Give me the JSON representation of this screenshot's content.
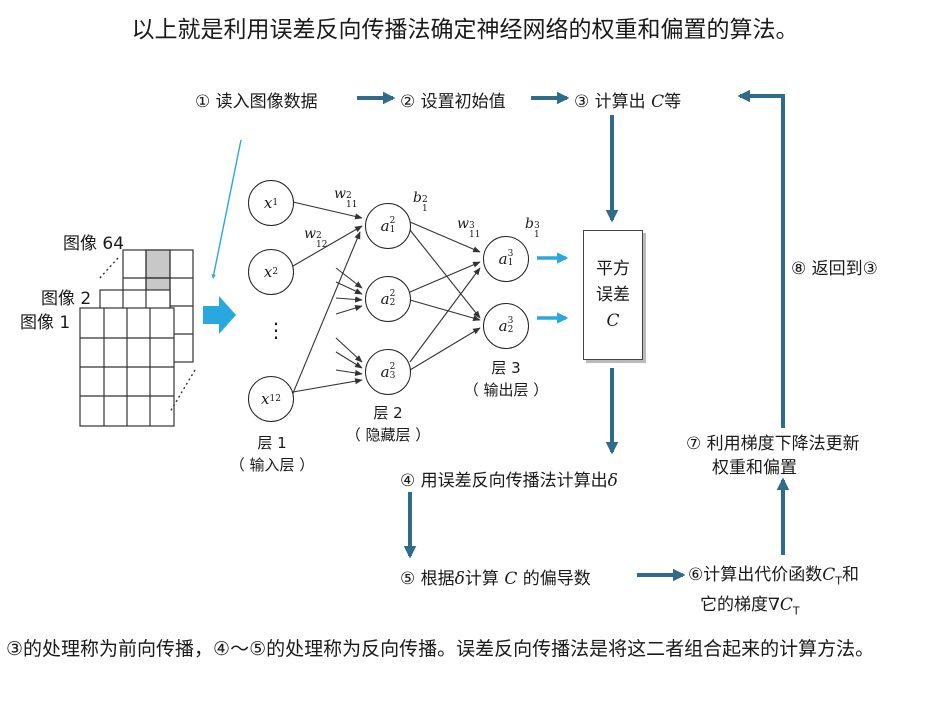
{
  "heading": "以上就是利用误差反向传播法确定神经网络的权重和偏置的算法。",
  "steps": {
    "s1": "① 读入图像数据",
    "s2": "② 设置初始值",
    "s3_prefix": "③ 计算出",
    "s3_var": "C",
    "s3_suffix": "等",
    "s4": "④ 用误差反向传播法计算出",
    "s4_var": "δ",
    "s5_prefix": "⑤ 根据",
    "s5_var1": "δ",
    "s5_mid": "计算",
    "s5_var2": "C",
    "s5_suffix": "的偏导数",
    "s6_line1": "⑥计算出代价函数",
    "s6_var": "C",
    "s6_sub": "T",
    "s6_and": "和",
    "s6_line2": "它的梯度",
    "s6_grad": "∇C",
    "s6_grad_sub": "T",
    "s7_line1": "⑦ 利用梯度下降法更新",
    "s7_line2": "权重和偏置",
    "s8": "⑧ 返回到③"
  },
  "images": {
    "label_64": "图像 64",
    "label_2": "图像 2",
    "label_1": "图像 1"
  },
  "nodes": {
    "x1": "x",
    "x1_sub": "1",
    "x2": "x",
    "x2_sub": "2",
    "x12": "x",
    "x12_sub": "12",
    "a": "a",
    "a1_2_sup": "2",
    "a1_2_sub": "1",
    "a2_2_sup": "2",
    "a2_2_sub": "2",
    "a3_2_sup": "2",
    "a3_2_sub": "3",
    "a1_3_sup": "3",
    "a1_3_sub": "1",
    "a2_3_sup": "3",
    "a2_3_sub": "2",
    "dots": "⋮"
  },
  "weights": {
    "w": "w",
    "b": "b",
    "w11_2_sup": "2",
    "w11_2_sub": "11",
    "w12_2_sup": "2",
    "w12_2_sub": "12",
    "b1_2_sup": "2",
    "b1_2_sub": "1",
    "w11_3_sup": "3",
    "w11_3_sub": "11",
    "b1_3_sup": "3",
    "b1_3_sub": "1"
  },
  "layers": {
    "l1_name": "层 1",
    "l1_desc": "（ 输入层 ）",
    "l2_name": "层 2",
    "l2_desc": "（ 隐藏层 ）",
    "l3_name": "层 3",
    "l3_desc": "（ 输出层 ）"
  },
  "cost_box": {
    "line1": "平方",
    "line2": "误差",
    "line3": "C"
  },
  "footer": "③的处理称为前向传播，④～⑤的处理称为反向传播。误差反向传播法是将这二者组合起来的计算方法。",
  "colors": {
    "flow_arrow": "#2f6b8a",
    "input_arrow": "#29a8e0",
    "grid_shade": "#c8c8c8"
  }
}
